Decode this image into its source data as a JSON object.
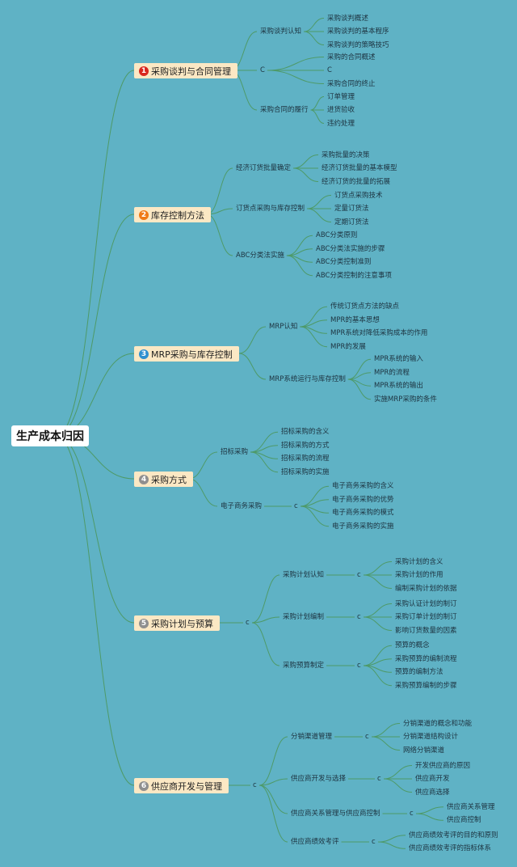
{
  "root": {
    "label": "生产成本归因"
  },
  "colors": {
    "background": "#5fb2c5",
    "branch_line": "#4e9a68",
    "main_box": "#fbe8c4"
  },
  "branches": [
    {
      "num": "1",
      "label": "采购谈判与合同管理",
      "color": "#d8271f",
      "connector": null,
      "children": [
        {
          "label": "采购谈判认知",
          "connector": null,
          "leaves": [
            "采购谈判概述",
            "采购谈判的基本程序",
            "采购谈判的策略技巧"
          ]
        },
        {
          "label": "C",
          "connector": null,
          "leaves": [
            "采购的合同概述",
            "C",
            "采购合同的终止"
          ]
        },
        {
          "label": "采购合同的履行",
          "connector": null,
          "leaves": [
            "订单管理",
            "进货验收",
            "违约处理"
          ]
        }
      ]
    },
    {
      "num": "2",
      "label": "库存控制方法",
      "color": "#ef7a16",
      "connector": null,
      "children": [
        {
          "label": "经济订货批量确定",
          "connector": null,
          "leaves": [
            "采购批量的决策",
            "经济订货批量的基本模型",
            "经济订货的批量的拓展"
          ]
        },
        {
          "label": "订货点采购与库存控制",
          "connector": null,
          "leaves": [
            "订货点采购技术",
            "定量订货法",
            "定期订货法"
          ]
        },
        {
          "label": "ABC分类法实施",
          "connector": null,
          "leaves": [
            "ABC分类原则",
            "ABC分类法实施的步骤",
            "ABC分类控制准则",
            "ABC分类控制的注意事项"
          ]
        }
      ]
    },
    {
      "num": "3",
      "label": "MRP采购与库存控制",
      "color": "#2f8fd0",
      "connector": null,
      "children": [
        {
          "label": "MRP认知",
          "connector": null,
          "leaves": [
            "传统订货点方法的缺点",
            "MPR的基本思想",
            "MPR系统对降低采购成本的作用",
            "MPR的发展"
          ]
        },
        {
          "label": "MRP系统运行与库存控制",
          "connector": null,
          "leaves": [
            "MPR系统的输入",
            "MPR的流程",
            "MPR系统的输出",
            "实施MRP采购的条件"
          ]
        }
      ]
    },
    {
      "num": "4",
      "label": "采购方式",
      "color": "#8f8f8f",
      "connector": null,
      "children": [
        {
          "label": "招标采购",
          "connector": null,
          "leaves": [
            "招标采购的含义",
            "招标采购的方式",
            "招标采购的流程",
            "招标采购的实施"
          ]
        },
        {
          "label": "电子商务采购",
          "connector": "c",
          "leaves": [
            "电子商务采购的含义",
            "电子商务采购的优势",
            "电子商务采购的模式",
            "电子商务采购的实施"
          ]
        }
      ]
    },
    {
      "num": "5",
      "label": "采购计划与预算",
      "color": "#8f8f8f",
      "connector": "c",
      "children": [
        {
          "label": "采购计划认知",
          "connector": "c",
          "leaves": [
            "采购计划的含义",
            "采购计划的作用",
            "编制采购计划的依据"
          ]
        },
        {
          "label": "采购计划编制",
          "connector": "c",
          "leaves": [
            "采购认证计划的制订",
            "采购订单计划的制订",
            "影响订货数量的因素"
          ]
        },
        {
          "label": "采购预算制定",
          "connector": "c",
          "leaves": [
            "预算的概念",
            "采购预算的编制流程",
            "预算的编制方法",
            "采购预算编制的步骤"
          ]
        }
      ]
    },
    {
      "num": "6",
      "label": "供应商开发与管理",
      "color": "#8f8f8f",
      "connector": "c",
      "children": [
        {
          "label": "分销渠道管理",
          "connector": "c",
          "leaves": [
            "分销渠道的概念和功能",
            "分销渠道结构设计",
            "网络分销渠道"
          ]
        },
        {
          "label": "供应商开发与选择",
          "connector": "c",
          "leaves": [
            "开发供应商的原因",
            "供应商开发",
            "供应商选择"
          ]
        },
        {
          "label": "供应商关系管理与供应商控制",
          "connector": "c",
          "leaves": [
            "供应商关系管理",
            "供应商控制"
          ]
        },
        {
          "label": "供应商绩效考评",
          "connector": "c",
          "leaves": [
            "供应商绩效考评的目的和原则",
            "供应商绩效考评的指标体系"
          ]
        }
      ]
    }
  ]
}
